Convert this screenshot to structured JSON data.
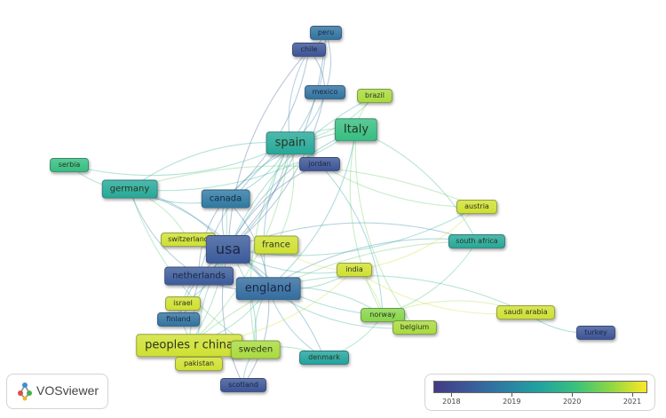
{
  "nodes": [
    {
      "id": "peru",
      "label": "peru",
      "year": 2018.7
    },
    {
      "id": "chile",
      "label": "chile",
      "year": 2018.2
    },
    {
      "id": "mexico",
      "label": "mexico",
      "year": 2018.7
    },
    {
      "id": "brazil",
      "label": "brazil",
      "year": 2020.8
    },
    {
      "id": "italy",
      "label": "Italy",
      "year": 2020.0
    },
    {
      "id": "spain",
      "label": "spain",
      "year": 2019.6
    },
    {
      "id": "jordan",
      "label": "jordan",
      "year": 2018.2
    },
    {
      "id": "serbia",
      "label": "serbia",
      "year": 2020.0
    },
    {
      "id": "germany",
      "label": "germany",
      "year": 2019.6
    },
    {
      "id": "canada",
      "label": "canada",
      "year": 2018.8
    },
    {
      "id": "austria",
      "label": "austria",
      "year": 2021.0
    },
    {
      "id": "switzerland",
      "label": "switzerland",
      "year": 2021.0
    },
    {
      "id": "usa",
      "label": "usa",
      "year": 2018.3
    },
    {
      "id": "france",
      "label": "france",
      "year": 2021.0
    },
    {
      "id": "south-africa",
      "label": "south africa",
      "year": 2019.6
    },
    {
      "id": "india",
      "label": "india",
      "year": 2021.0
    },
    {
      "id": "netherlands",
      "label": "netherlands",
      "year": 2018.3
    },
    {
      "id": "england",
      "label": "england",
      "year": 2018.6
    },
    {
      "id": "israel",
      "label": "israel",
      "year": 2021.0
    },
    {
      "id": "norway",
      "label": "norway",
      "year": 2020.6
    },
    {
      "id": "saudi-arabia",
      "label": "saudi arabia",
      "year": 2021.0
    },
    {
      "id": "finland",
      "label": "finland",
      "year": 2018.7
    },
    {
      "id": "belgium",
      "label": "belgium",
      "year": 2020.8
    },
    {
      "id": "turkey",
      "label": "turkey",
      "year": 2018.2
    },
    {
      "id": "peoples-r-china",
      "label": "peoples r china",
      "year": 2021.0
    },
    {
      "id": "sweden",
      "label": "sweden",
      "year": 2020.8
    },
    {
      "id": "denmark",
      "label": "denmark",
      "year": 2019.5
    },
    {
      "id": "pakistan",
      "label": "pakistan",
      "year": 2021.0
    },
    {
      "id": "scotland",
      "label": "scotland",
      "year": 2018.2
    }
  ],
  "edges": [
    [
      "usa",
      "england"
    ],
    [
      "usa",
      "spain"
    ],
    [
      "usa",
      "canada"
    ],
    [
      "usa",
      "germany"
    ],
    [
      "usa",
      "italy"
    ],
    [
      "usa",
      "peoples-r-china"
    ],
    [
      "usa",
      "netherlands"
    ],
    [
      "usa",
      "france"
    ],
    [
      "usa",
      "switzerland"
    ],
    [
      "usa",
      "mexico"
    ],
    [
      "usa",
      "chile"
    ],
    [
      "usa",
      "peru"
    ],
    [
      "usa",
      "sweden"
    ],
    [
      "usa",
      "finland"
    ],
    [
      "usa",
      "israel"
    ],
    [
      "usa",
      "scotland"
    ],
    [
      "usa",
      "jordan"
    ],
    [
      "usa",
      "india"
    ],
    [
      "usa",
      "south-africa"
    ],
    [
      "usa",
      "norway"
    ],
    [
      "usa",
      "denmark"
    ],
    [
      "usa",
      "austria"
    ],
    [
      "usa",
      "brazil"
    ],
    [
      "usa",
      "pakistan"
    ],
    [
      "england",
      "spain"
    ],
    [
      "england",
      "canada"
    ],
    [
      "england",
      "netherlands"
    ],
    [
      "england",
      "sweden"
    ],
    [
      "england",
      "peoples-r-china"
    ],
    [
      "england",
      "india"
    ],
    [
      "england",
      "norway"
    ],
    [
      "england",
      "italy"
    ],
    [
      "england",
      "south-africa"
    ],
    [
      "england",
      "denmark"
    ],
    [
      "england",
      "scotland"
    ],
    [
      "england",
      "germany"
    ],
    [
      "england",
      "saudi-arabia"
    ],
    [
      "england",
      "belgium"
    ],
    [
      "spain",
      "italy"
    ],
    [
      "spain",
      "germany"
    ],
    [
      "spain",
      "canada"
    ],
    [
      "spain",
      "mexico"
    ],
    [
      "spain",
      "chile"
    ],
    [
      "spain",
      "peru"
    ],
    [
      "spain",
      "jordan"
    ],
    [
      "spain",
      "netherlands"
    ],
    [
      "spain",
      "peoples-r-china"
    ],
    [
      "spain",
      "sweden"
    ],
    [
      "spain",
      "france"
    ],
    [
      "spain",
      "austria"
    ],
    [
      "spain",
      "serbia"
    ],
    [
      "spain",
      "brazil"
    ],
    [
      "italy",
      "brazil"
    ],
    [
      "italy",
      "norway"
    ],
    [
      "italy",
      "germany"
    ],
    [
      "italy",
      "canada"
    ],
    [
      "italy",
      "south-africa"
    ],
    [
      "italy",
      "belgium"
    ],
    [
      "canada",
      "germany"
    ],
    [
      "canada",
      "netherlands"
    ],
    [
      "canada",
      "peoples-r-china"
    ],
    [
      "canada",
      "chile"
    ],
    [
      "germany",
      "serbia"
    ],
    [
      "germany",
      "netherlands"
    ],
    [
      "germany",
      "austria"
    ],
    [
      "germany",
      "sweden"
    ],
    [
      "germany",
      "switzerland"
    ],
    [
      "chile",
      "peru"
    ],
    [
      "chile",
      "mexico"
    ],
    [
      "mexico",
      "peru"
    ],
    [
      "india",
      "norway"
    ],
    [
      "india",
      "saudi-arabia"
    ],
    [
      "india",
      "peoples-r-china"
    ],
    [
      "norway",
      "belgium"
    ],
    [
      "norway",
      "saudi-arabia"
    ],
    [
      "saudi-arabia",
      "turkey"
    ],
    [
      "south-africa",
      "norway"
    ],
    [
      "south-africa",
      "peoples-r-china"
    ],
    [
      "austria",
      "india"
    ],
    [
      "peoples-r-china",
      "pakistan"
    ],
    [
      "peoples-r-china",
      "sweden"
    ],
    [
      "peoples-r-china",
      "finland"
    ],
    [
      "netherlands",
      "finland"
    ],
    [
      "netherlands",
      "israel"
    ],
    [
      "sweden",
      "denmark"
    ],
    [
      "sweden",
      "scotland"
    ],
    [
      "finland",
      "israel"
    ],
    [
      "france",
      "india"
    ],
    [
      "jordan",
      "norway"
    ],
    [
      "denmark",
      "norway"
    ]
  ],
  "legend": {
    "ticks": [
      2018,
      2019,
      2020,
      2021
    ],
    "tick_labels": [
      "2018",
      "2019",
      "2020",
      "2021"
    ],
    "min": 2017.7,
    "max": 2021.25,
    "color_stops": [
      "#443a83",
      "#3b5a9a",
      "#2c7fa3",
      "#21a3a0",
      "#39c17c",
      "#8fd744",
      "#fde725"
    ]
  },
  "logo": {
    "text": "VOSviewer"
  }
}
